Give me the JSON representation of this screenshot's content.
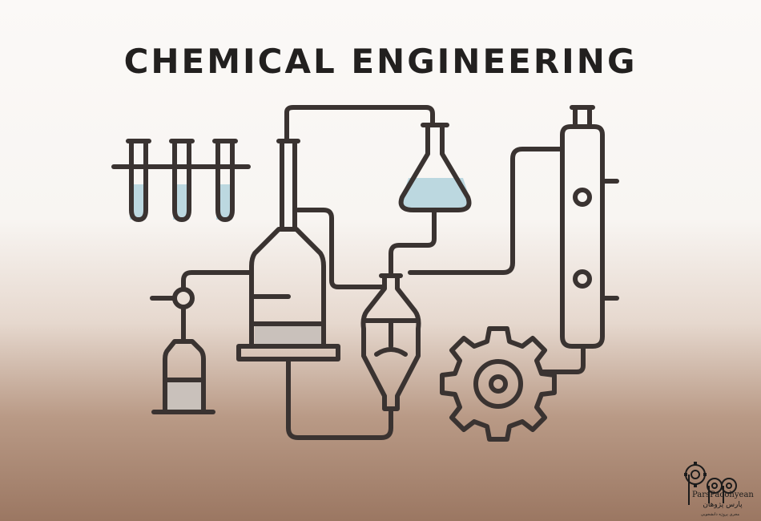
{
  "title": "CHEMICAL ENGINEERING",
  "logo": {
    "name": "ParsPaoohyean",
    "persian_name": "پارس پژوهان",
    "tagline": "مجری پروژه دانشجویی"
  },
  "colors": {
    "line": "#3a3331",
    "liquid": "#bcd8e0",
    "sediment": "#c9c1bb"
  }
}
